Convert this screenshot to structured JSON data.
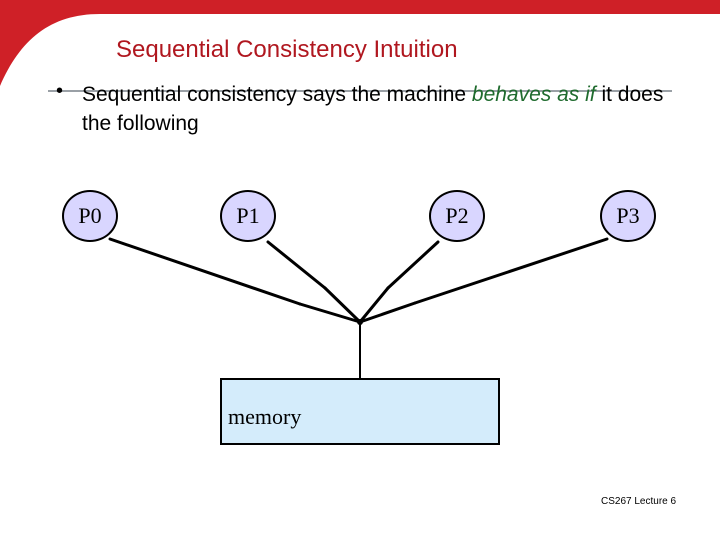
{
  "slide": {
    "title": "Sequential Consistency Intuition",
    "bullet_prefix": "Sequential consistency says the machine ",
    "bullet_emphasis": "behaves as if",
    "bullet_suffix": " it does the following"
  },
  "diagram": {
    "processors": [
      "P0",
      "P1",
      "P2",
      "P3"
    ],
    "memory_label": "memory"
  },
  "footer": "CS267 Lecture 6",
  "colors": {
    "title": "#b0171f",
    "emphasis": "#1f6b2e",
    "processor_fill": "#d9d6ff",
    "memory_fill": "#d4ecfb",
    "swoosh": "#cf2027"
  }
}
